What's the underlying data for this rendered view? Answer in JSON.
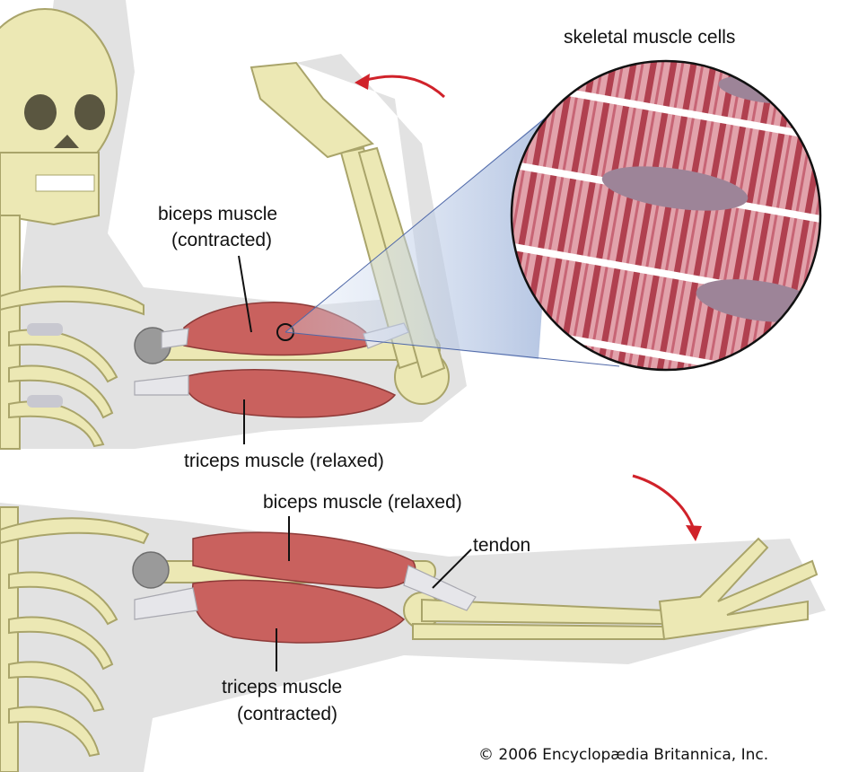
{
  "labels": {
    "cells": "skeletal muscle cells",
    "biceps_contracted_1": "biceps muscle",
    "biceps_contracted_2": "(contracted)",
    "triceps_relaxed": "triceps muscle (relaxed)",
    "biceps_relaxed": "biceps muscle (relaxed)",
    "tendon": "tendon",
    "triceps_contracted_1": "triceps muscle",
    "triceps_contracted_2": "(contracted)"
  },
  "copyright": "© 2006 Encyclopædia Britannica, Inc.",
  "colors": {
    "bone": "#ece8b4",
    "muscle": "#c9615e",
    "arrow": "#d0222a",
    "cell_bg": "#c95a6a"
  }
}
